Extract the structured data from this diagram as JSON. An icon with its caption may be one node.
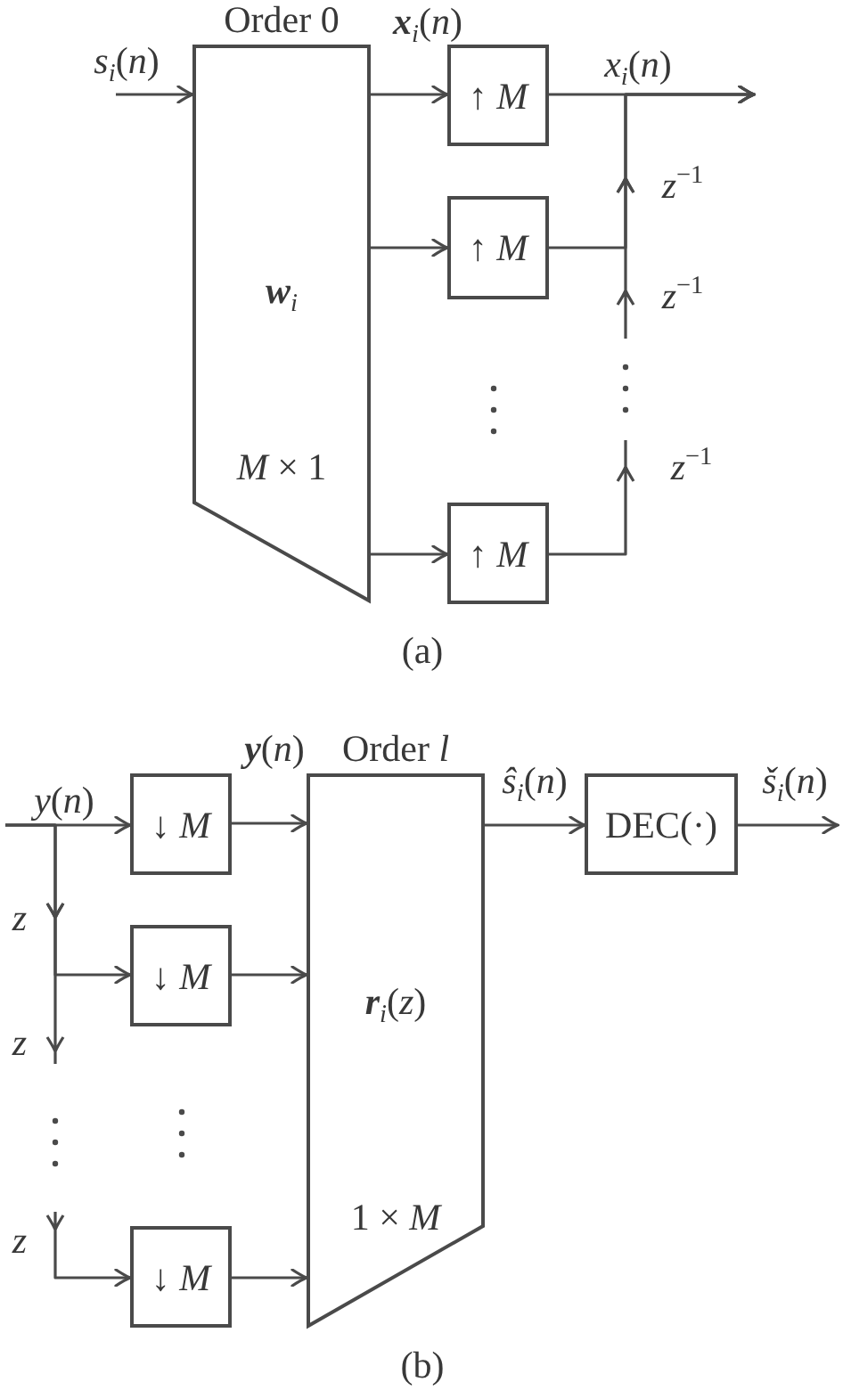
{
  "diagram": {
    "nodes": [
      {
        "text": [
          "Order 0",
          "**w**$_{i}$",
          "*M* × 1"
        ]
      },
      {
        "text": [
          "↑ *M*"
        ]
      },
      {
        "text": [
          "↑ *M*"
        ]
      },
      {
        "text": [
          "↑ *M*"
        ]
      },
      {
        "text": [
          "↓ *M*"
        ]
      },
      {
        "text": [
          "↓ *M*"
        ]
      },
      {
        "text": [
          "↓ *M*"
        ]
      },
      {
        "text": [
          "Order *l*",
          "**r**$_{i}$(*z*)",
          "1 × *M*"
        ]
      },
      {
        "text": [
          "DEC(·)"
        ]
      }
    ],
    "edges": [
      {
        "from": null,
        "to": 0,
        "arrow": "to",
        "label": "*s*$_{i}$(*n*)"
      },
      {
        "from": 0,
        "to": 1,
        "arrow": "to"
      },
      {
        "from": 0,
        "to": 2,
        "arrow": "to"
      },
      {
        "from": 0,
        "to": 3,
        "arrow": "to"
      },
      {
        "from": 1,
        "to": null,
        "arrow": "to",
        "label": "*x*$_{i}$(*n*)"
      },
      {
        "from": 2,
        "to": null,
        "arrow": "to"
      },
      {
        "from": 3,
        "to": null,
        "arrow": "to"
      },
      {
        "from": null,
        "to": 4,
        "arrow": "to",
        "label": "*y*(*n*)"
      },
      {
        "from": null,
        "to": 5,
        "arrow": "to"
      },
      {
        "from": null,
        "to": 6,
        "arrow": "to"
      },
      {
        "from": 4,
        "to": 7,
        "arrow": "to"
      },
      {
        "from": 5,
        "to": 7,
        "arrow": "to"
      },
      {
        "from": 6,
        "to": 7,
        "arrow": "to"
      },
      {
        "from": 7,
        "to": 8,
        "arrow": "to",
        "label": "*ŝ*$_{i}$(*n*)"
      },
      {
        "from": 8,
        "to": null,
        "arrow": "to",
        "label": "*š*$_{i}$(*n*)"
      }
    ],
    "labels": [
      "**x**$_{i}$(*n*)",
      "*z*$^{−1}$",
      "*z*$^{−1}$",
      "*z*$^{−1}$",
      "(a)",
      "**y**(*n*)",
      "z",
      "z",
      "z",
      "(b)"
    ]
  }
}
